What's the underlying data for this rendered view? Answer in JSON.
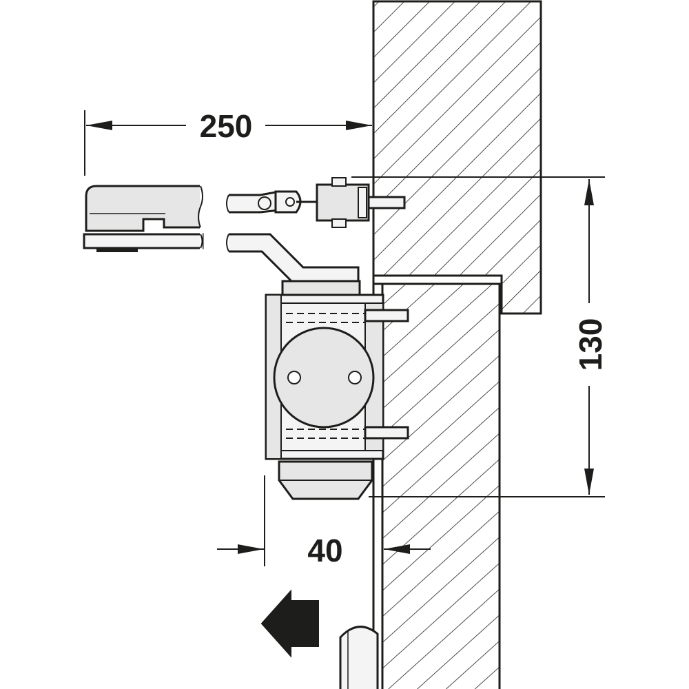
{
  "dimensions": {
    "arm_length": "250",
    "mount_height": "130",
    "body_offset": "40"
  },
  "colors": {
    "line": "#1d1d1b",
    "part_fill": "#e6e6e6",
    "part_light": "#f4f4f4",
    "background": "#ffffff"
  },
  "icons": {
    "direction_arrow": "arrow-left-icon"
  }
}
